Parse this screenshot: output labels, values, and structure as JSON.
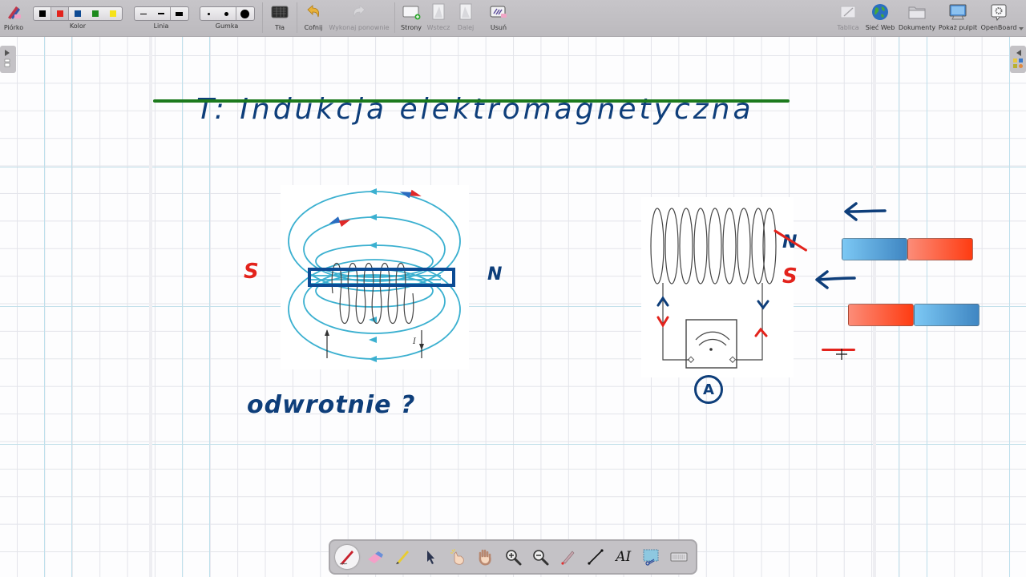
{
  "toolbar": {
    "pen": {
      "label": "Piórko",
      "icon": "pen-icon"
    },
    "color": {
      "label": "Kolor",
      "options": [
        "#000000",
        "#e3231c",
        "#0e4a93",
        "#1d8a1d",
        "#f6e21a"
      ],
      "selected_index": 1
    },
    "line": {
      "label": "Linia",
      "options": [
        "thin",
        "medium",
        "thick"
      ],
      "selected_index": 2
    },
    "eraser": {
      "label": "Gumka",
      "options": [
        "small",
        "medium",
        "large"
      ],
      "selected_index": 2
    },
    "backgrounds": {
      "label": "Tła",
      "icon": "backgrounds-icon"
    },
    "undo": {
      "label": "Cofnij",
      "icon": "undo-icon",
      "enabled": true
    },
    "redo": {
      "label": "Wykonaj ponownie",
      "icon": "redo-icon",
      "enabled": false
    },
    "pages": {
      "label": "Strony",
      "icon": "add-page-icon"
    },
    "back": {
      "label": "Wstecz",
      "icon": "previous-page-icon",
      "enabled": false
    },
    "next": {
      "label": "Dalej",
      "icon": "next-page-icon",
      "enabled": false
    },
    "erase": {
      "label": "Usuń",
      "icon": "clear-page-icon"
    },
    "board": {
      "label": "Tablica",
      "icon": "board-icon",
      "enabled": false
    },
    "web": {
      "label": "Sieć Web",
      "icon": "globe-icon"
    },
    "documents": {
      "label": "Dokumenty",
      "icon": "folder-icon"
    },
    "desktop": {
      "label": "Pokaż pulpit",
      "icon": "desktop-icon"
    },
    "openboard": {
      "label": "OpenBoard",
      "icon": "openboard-settings-icon"
    }
  },
  "canvas": {
    "title": "T: Indukcja elektromagnetyczna",
    "question": "odwrotnie ?",
    "solenoid_labels": {
      "left": "S",
      "right": "N"
    },
    "coil_labels": {
      "crossed": "N",
      "current": "S"
    },
    "ammeter_label": "A",
    "minus_sign": "−",
    "accent_colors": {
      "ink_blue": "#0e3e7a",
      "ink_red": "#e3231c",
      "underline_green": "#1d7a1d",
      "field_line": "#3bb0d0"
    }
  },
  "bottom_toolbar": {
    "tools": [
      {
        "name": "pen-tool",
        "active": true
      },
      {
        "name": "eraser-tool",
        "active": false
      },
      {
        "name": "marker-tool",
        "active": false
      },
      {
        "name": "selector-tool",
        "active": false
      },
      {
        "name": "interact-tool",
        "active": false
      },
      {
        "name": "hand-tool",
        "active": false
      },
      {
        "name": "zoom-in-tool",
        "active": false
      },
      {
        "name": "zoom-out-tool",
        "active": false
      },
      {
        "name": "laser-pointer-tool",
        "active": false
      },
      {
        "name": "line-tool",
        "active": false
      },
      {
        "name": "text-tool",
        "active": false
      },
      {
        "name": "capture-tool",
        "active": false
      },
      {
        "name": "virtual-keyboard",
        "active": false
      }
    ],
    "text_tool_glyph": "AI"
  }
}
